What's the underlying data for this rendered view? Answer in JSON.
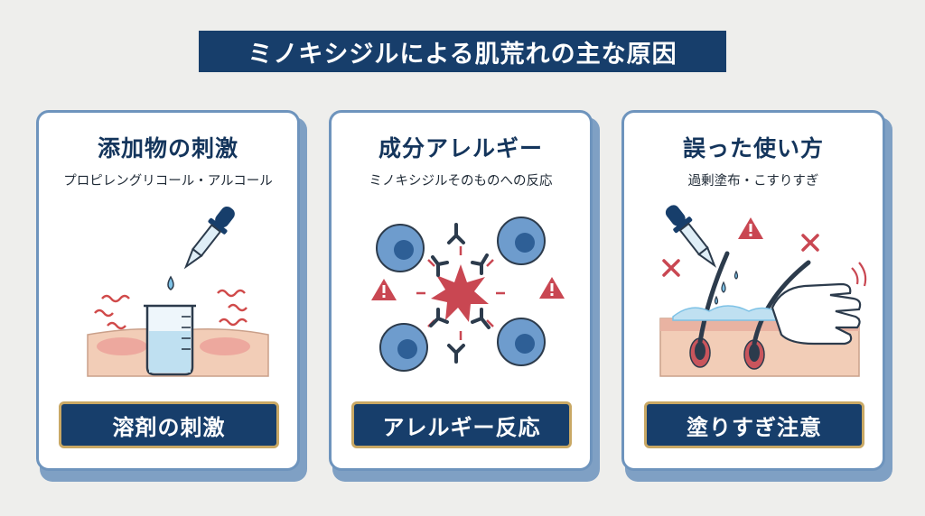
{
  "title": "ミノキシジルによる肌荒れの主な原因",
  "cards": [
    {
      "heading": "添加物の刺激",
      "subtitle": "プロピレングリコール・アルコール",
      "button": "溶剤の刺激",
      "illustration": "dropper-beaker-skin"
    },
    {
      "heading": "成分アレルギー",
      "subtitle": "ミノキシジルそのものへの反応",
      "button": "アレルギー反応",
      "illustration": "immune-cells-antibodies"
    },
    {
      "heading": "誤った使い方",
      "subtitle": "過剰塗布・こすりすぎ",
      "button": "塗りすぎ注意",
      "illustration": "dropper-hand-rubbing-scalp"
    }
  ],
  "colors": {
    "navy": "#173e6b",
    "card_border": "#6e94bd",
    "gold": "#c9a864",
    "warning_red": "#c8484f",
    "cell_blue": "#4f7fb5",
    "skin": "#f2cdb7"
  }
}
